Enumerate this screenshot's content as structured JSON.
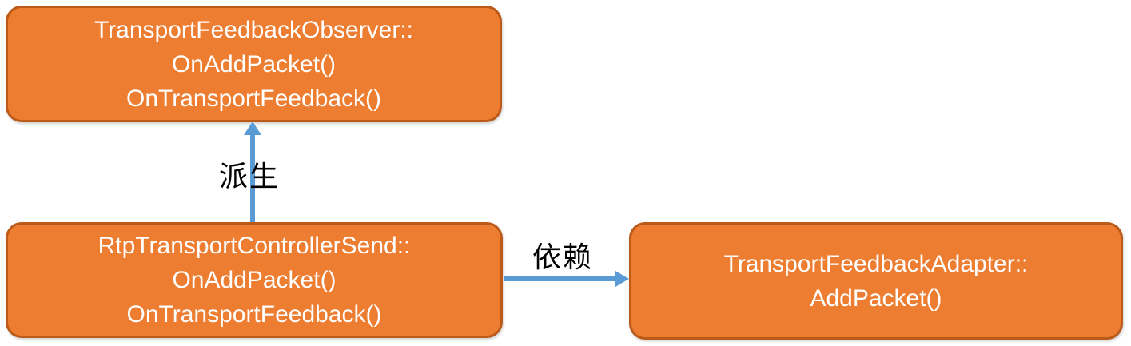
{
  "diagram": {
    "background_color": "#FFFFFF",
    "colors": {
      "node_fill": "#ED7D31",
      "node_border": "#BC5A1A",
      "node_text": "#FFFFFF",
      "arrow": "#5B9BD5",
      "edge_label_text": "#000000"
    },
    "nodes": [
      {
        "name": "transport-feedback-observer",
        "lines": [
          "TransportFeedbackObserver::",
          "OnAddPacket()",
          "OnTransportFeedback()"
        ]
      },
      {
        "name": "rtp-transport-controller-send",
        "lines": [
          "RtpTransportControllerSend::",
          "OnAddPacket()",
          "OnTransportFeedback()"
        ]
      },
      {
        "name": "transport-feedback-adapter",
        "lines": [
          "TransportFeedbackAdapter::",
          "AddPacket()"
        ]
      }
    ],
    "edges": [
      {
        "label": "派生",
        "from": "rtp-transport-controller-send",
        "to": "transport-feedback-observer",
        "direction": "up"
      },
      {
        "label": "依赖",
        "from": "rtp-transport-controller-send",
        "to": "transport-feedback-adapter",
        "direction": "right"
      }
    ]
  }
}
